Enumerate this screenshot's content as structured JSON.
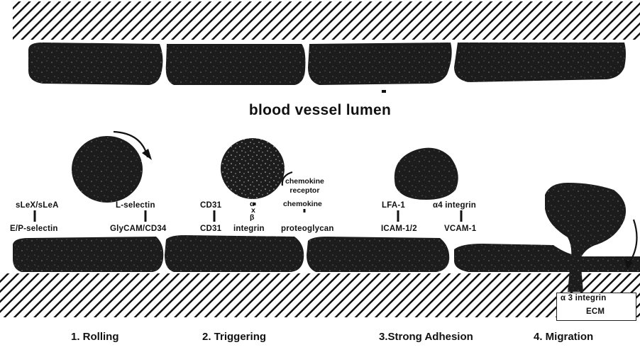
{
  "title": "blood vessel lumen",
  "stages": [
    {
      "label": "1. Rolling"
    },
    {
      "label": "2. Triggering"
    },
    {
      "label": "3.Strong Adhesion"
    },
    {
      "label": "4. Migration"
    }
  ],
  "rolling": {
    "leukocyte_ligand": "sLeX/sLeA",
    "leukocyte_ligand_sup": "x",
    "endothelial_1": "E/P-selectin",
    "selectin": "L-selectin",
    "endothelial_2": "GlyCAM/CD34"
  },
  "triggering": {
    "cd31_top": "CD31",
    "cd31_bottom": "CD31",
    "alpha": "α",
    "x": "x",
    "beta": "β",
    "integrin": "integrin",
    "chemokine_receptor": "chemokine\nreceptor",
    "chemokine": "chemokine",
    "proteoglycan": "proteoglycan"
  },
  "adhesion": {
    "lfa1": "LFA-1",
    "icam": "ICAM-1/2",
    "a4_integrin": "α4 integrin",
    "vcam": "VCAM-1"
  },
  "migration": {
    "integrin_label": "α 3 integrin",
    "ecm_label": "ECM"
  },
  "colors": {
    "cell": "#1c1c1c",
    "hatch": "#1a1a1a",
    "background": "#ffffff"
  }
}
